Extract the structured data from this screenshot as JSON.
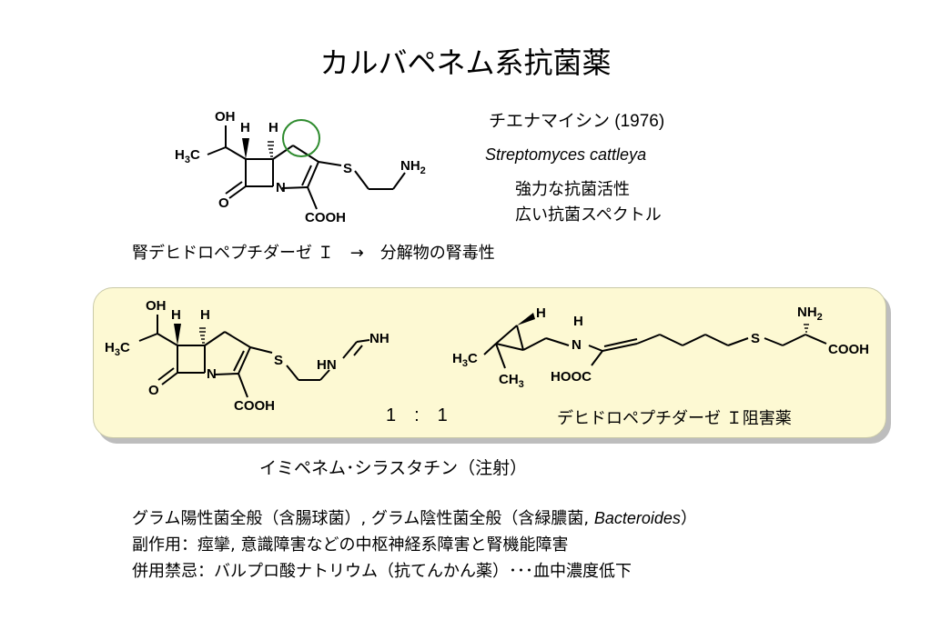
{
  "title": "カルバペネム系抗菌薬",
  "thienamycin": {
    "name": "チエナマイシン (1976)",
    "organism": "Streptomyces cattleya",
    "props": [
      "強力な抗菌活性",
      "広い抗菌スペクトル"
    ]
  },
  "dhp_note": "腎デヒドロペプチダーゼ Ｉ　→　分解物の腎毒性",
  "structure_labels": {
    "OH": "OH",
    "H": "H",
    "H3C_base": "H",
    "sub3": "3",
    "C": "C",
    "N": "N",
    "O": "O",
    "S": "S",
    "NH2_base": "NH",
    "sub2": "2",
    "COOH": "COOH",
    "NH": "NH",
    "HN": "HN",
    "HOOC": "HOOC",
    "CH3_base": "CH",
    "H3C": "H3C"
  },
  "combo": {
    "ratio": "1　:　1",
    "inhibitor_label": "デヒドロペプチダーゼ Ｉ阻害薬",
    "name": "イミペネム･シラスタチン（注射）"
  },
  "notes": {
    "spectrum_prefix": "グラム陽性菌全般（含腸球菌）, グラム陰性菌全般（含緑膿菌, ",
    "spectrum_italic": "Bacteroides",
    "spectrum_suffix": "）",
    "side_effects": "副作用：痙攣, 意識障害などの中枢神経系障害と腎機能障害",
    "contraindication": "併用禁忌：バルプロ酸ナトリウム（抗てんかん薬）･･･血中濃度低下"
  },
  "colors": {
    "circle": "#2e8b2e",
    "panel": "#fdf9d3",
    "shadow": "#bdbdbd"
  }
}
